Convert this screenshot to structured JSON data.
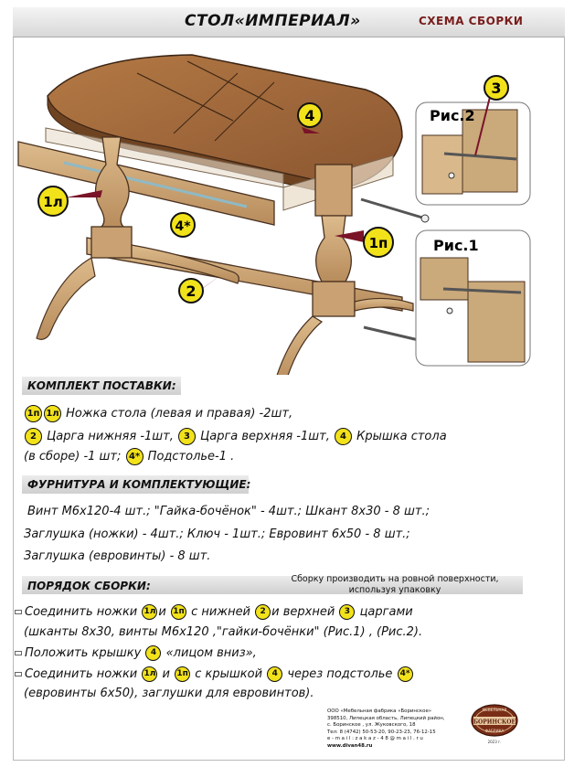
{
  "header": {
    "title": "СТОЛ«ИМПЕРИАЛ»",
    "subtitle": "СХЕМА  СБОРКИ"
  },
  "callouts": {
    "part_1l": "1л",
    "part_1p": "1п",
    "part_2": "2",
    "part_3": "3",
    "part_4": "4",
    "part_4s": "4*",
    "fig2": "Рис.2",
    "fig1": "Рис.1"
  },
  "delivery": {
    "title": "КОМПЛЕКТ ПОСТАВКИ:",
    "badge_1p": "1п",
    "badge_1l": "1л",
    "text_1": "Ножка стола (левая и правая) -2шт,",
    "badge_2": "2",
    "text_2": "Царга нижняя -1шт,",
    "badge_3": "3",
    "text_3": "Царга  верхняя -1шт,",
    "badge_4": "4",
    "text_4": "Крышка стола",
    "text_5": "(в сборе) -1 шт;",
    "badge_4s": "4*",
    "text_6": "Подстолье-1 ."
  },
  "fittings": {
    "title": "ФУРНИТУРА И КОМПЛЕКТУЮЩИЕ:",
    "line_1": "Винт  М6х120-4 шт.; \"Гайка-бочёнок\" - 4шт.;  Шкант 8х30 - 8 шт.;",
    "line_2": "Заглушка (ножки)  - 4шт.;  Ключ - 1шт.;   Евровинт  6х50 - 8 шт.;",
    "line_3": "Заглушка (евровинты) - 8 шт."
  },
  "order": {
    "title": "ПОРЯДОК СБОРКИ:",
    "note_1": "Сборку производить на ровной поверхности,",
    "note_2": "используя упаковку",
    "s1_a": "Соединить  ножки",
    "s1_b1": "1л",
    "s1_c": "и",
    "s1_b2": "1п",
    "s1_d": "с  нижней",
    "s1_b3": "2",
    "s1_e": "и верхней",
    "s1_b4": "3",
    "s1_f": "царгами",
    "s1_line2": "(шканты 8х30, винты М6х120 ,\"гайки-бочёнки\" (Рис.1) , (Рис.2).",
    "s2_a": "Положить  крышку",
    "s2_b": "4",
    "s2_c": "«лицом вниз»,",
    "s3_a": "Соединить ножки",
    "s3_b1": "1л",
    "s3_c": "и",
    "s3_b2": "1п",
    "s3_d": "с крышкой",
    "s3_b3": "4",
    "s3_e": "через подстолье",
    "s3_b4": "4*",
    "s3_line2": "(евровинты   6х50), заглушки для евровинтов)."
  },
  "company": {
    "l1": "ООО  «Мебельная  фабрика  «Боринское»",
    "l2": "398510, Липецкая область, Липецкий район,",
    "l3": "с.  Боринское ,  ул.  Жуковского,  18",
    "l4": "Тел:  8  (4742)  50-53-20,  90-23-23,  76-12-15",
    "l5": "e - m a i l :  z a k a z - 4 8 @ m a i l . r u",
    "l6": "www.divan48.ru"
  },
  "logo": {
    "top": "МЕБЕЛЬНАЯ",
    "name": "БОРИНСКОЕ",
    "bottom": "ФАБРИКА",
    "year": "2023 г."
  },
  "colors": {
    "badge": "#f2e21a",
    "wood": "#c9a173",
    "wood_dark": "#8a5a33",
    "arrow": "#7a1428"
  }
}
